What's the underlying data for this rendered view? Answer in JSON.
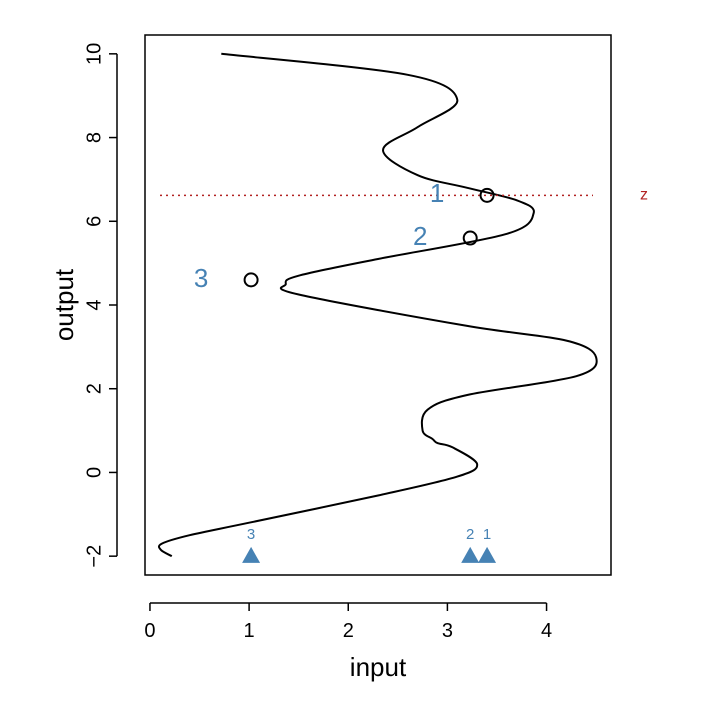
{
  "chart_data": {
    "type": "line",
    "xlabel": "input",
    "ylabel": "output",
    "xlim": [
      -0.05,
      4.65
    ],
    "ylim": [
      -2.45,
      10.45
    ],
    "x_ticks": [
      0,
      1,
      2,
      3,
      4
    ],
    "y_ticks": [
      -2,
      0,
      2,
      4,
      6,
      8,
      10
    ],
    "curve": {
      "color": "#000000",
      "points": [
        {
          "x": 0.22,
          "y": -2.0
        },
        {
          "x": 0.11,
          "y": -1.85
        },
        {
          "x": 0.12,
          "y": -1.7
        },
        {
          "x": 0.4,
          "y": -1.5
        },
        {
          "x": 1.0,
          "y": -1.2
        },
        {
          "x": 2.3,
          "y": -0.55
        },
        {
          "x": 3.1,
          "y": -0.1
        },
        {
          "x": 3.3,
          "y": 0.2
        },
        {
          "x": 3.05,
          "y": 0.6
        },
        {
          "x": 2.9,
          "y": 0.7
        },
        {
          "x": 2.85,
          "y": 0.8
        },
        {
          "x": 2.75,
          "y": 1.0
        },
        {
          "x": 2.8,
          "y": 1.5
        },
        {
          "x": 3.2,
          "y": 1.85
        },
        {
          "x": 4.3,
          "y": 2.3
        },
        {
          "x": 4.5,
          "y": 2.75
        },
        {
          "x": 4.2,
          "y": 3.15
        },
        {
          "x": 3.2,
          "y": 3.5
        },
        {
          "x": 1.5,
          "y": 4.25
        },
        {
          "x": 1.37,
          "y": 4.5
        },
        {
          "x": 1.5,
          "y": 4.7
        },
        {
          "x": 2.3,
          "y": 5.1
        },
        {
          "x": 3.6,
          "y": 5.7
        },
        {
          "x": 3.87,
          "y": 6.2
        },
        {
          "x": 3.7,
          "y": 6.5
        },
        {
          "x": 3.2,
          "y": 6.8
        },
        {
          "x": 2.7,
          "y": 7.1
        },
        {
          "x": 2.35,
          "y": 7.7
        },
        {
          "x": 2.7,
          "y": 8.25
        },
        {
          "x": 3.1,
          "y": 8.9
        },
        {
          "x": 2.6,
          "y": 9.5
        },
        {
          "x": 0.72,
          "y": 10.0
        }
      ]
    },
    "reference_line": {
      "y": 6.62,
      "label": "z",
      "color": "#b22222"
    },
    "points": [
      {
        "label": "1",
        "x": 3.4,
        "y": 6.62
      },
      {
        "label": "2",
        "x": 3.23,
        "y": 5.6
      },
      {
        "label": "3",
        "x": 1.02,
        "y": 4.6
      }
    ],
    "markers": [
      {
        "label": "3",
        "x": 1.02,
        "y": -1.97
      },
      {
        "label": "2",
        "x": 3.23,
        "y": -1.97
      },
      {
        "label": "1",
        "x": 3.4,
        "y": -1.97
      }
    ],
    "accent_color": "#4682b4"
  }
}
